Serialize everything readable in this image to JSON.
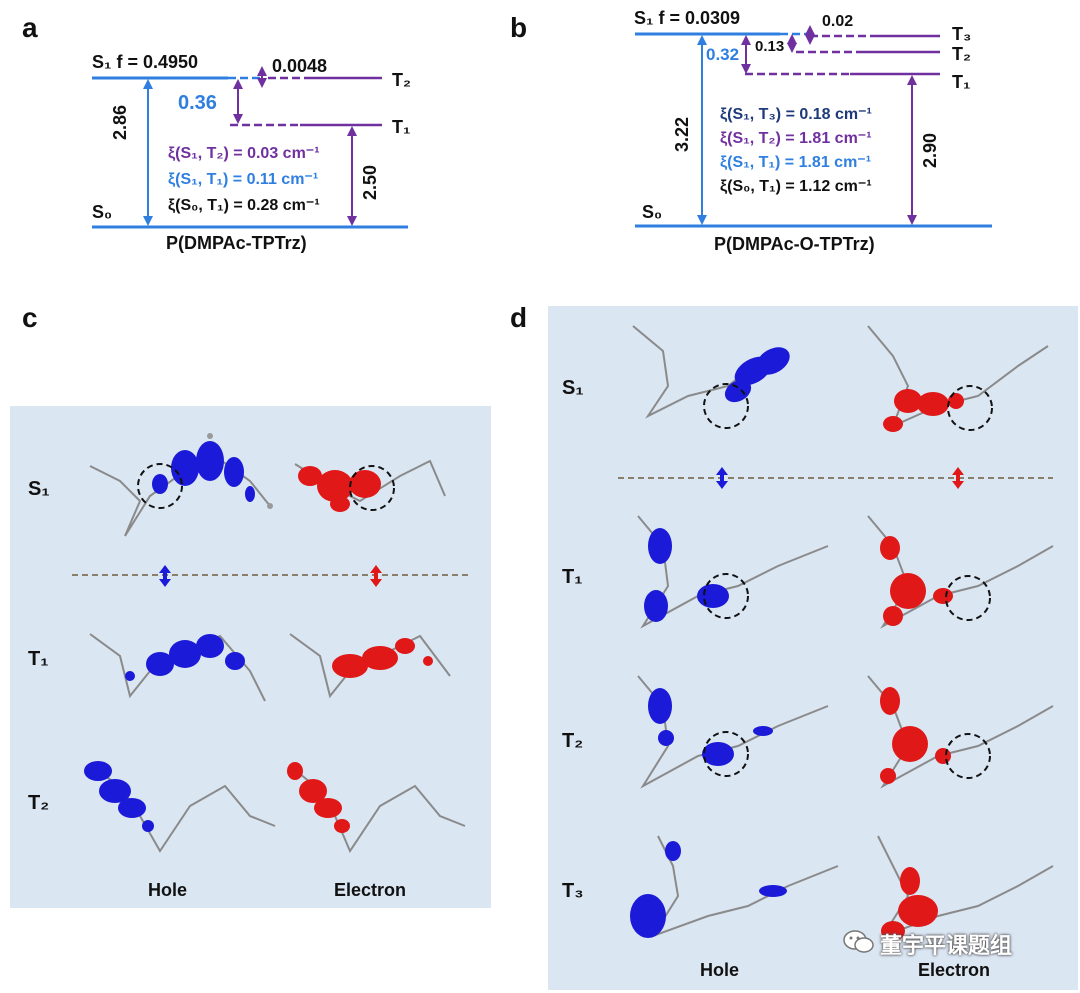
{
  "panels": {
    "a": "a",
    "b": "b",
    "c": "c",
    "d": "d"
  },
  "panel_a": {
    "s1_label": "S₁   f = 0.4950",
    "coupling_small": "0.0048",
    "t2_label": "T₂",
    "gap_st": "0.36",
    "t1_label": "T₁",
    "s1_energy": "2.86",
    "t1_energy": "2.50",
    "soc": [
      "ξ(S₁, T₂) = 0.03 cm⁻¹",
      "ξ(S₁, T₁) = 0.11 cm⁻¹",
      "ξ(S₀, T₁) = 0.28 cm⁻¹"
    ],
    "s0_label": "S₀",
    "compound": "P(DMPAc-TPTrz)"
  },
  "panel_b": {
    "s1_label": "S₁   f = 0.0309",
    "t3_gap": "0.02",
    "t3_label": "T₃",
    "gap_t2": "0.13",
    "t2_label": "T₂",
    "gap_st": "0.32",
    "t1_label": "T₁",
    "s1_energy": "3.22",
    "t1_energy": "2.90",
    "soc": [
      "ξ(S₁, T₃) = 0.18 cm⁻¹",
      "ξ(S₁, T₂) = 1.81 cm⁻¹",
      "ξ(S₁, T₁) = 1.81 cm⁻¹",
      "ξ(S₀, T₁) = 1.12 cm⁻¹"
    ],
    "s0_label": "S₀",
    "compound": "P(DMPAc-O-TPTrz)"
  },
  "panel_c": {
    "states": [
      "S₁",
      "T₁",
      "T₂"
    ],
    "col_hole": "Hole",
    "col_electron": "Electron"
  },
  "panel_d": {
    "states": [
      "S₁",
      "T₁",
      "T₂",
      "T₃"
    ],
    "col_hole": "Hole",
    "col_electron": "Electron"
  },
  "watermark": "董宇平课题组",
  "colors": {
    "level_blue": "#2e7fe0",
    "level_purple": "#7030a0",
    "hole": "#1a1ad8",
    "electron": "#e01818",
    "panel_bg": "#dbe6f3",
    "divider": "#8a7f6a"
  },
  "icons": [
    "wechat-icon",
    "double-arrow-icon"
  ]
}
